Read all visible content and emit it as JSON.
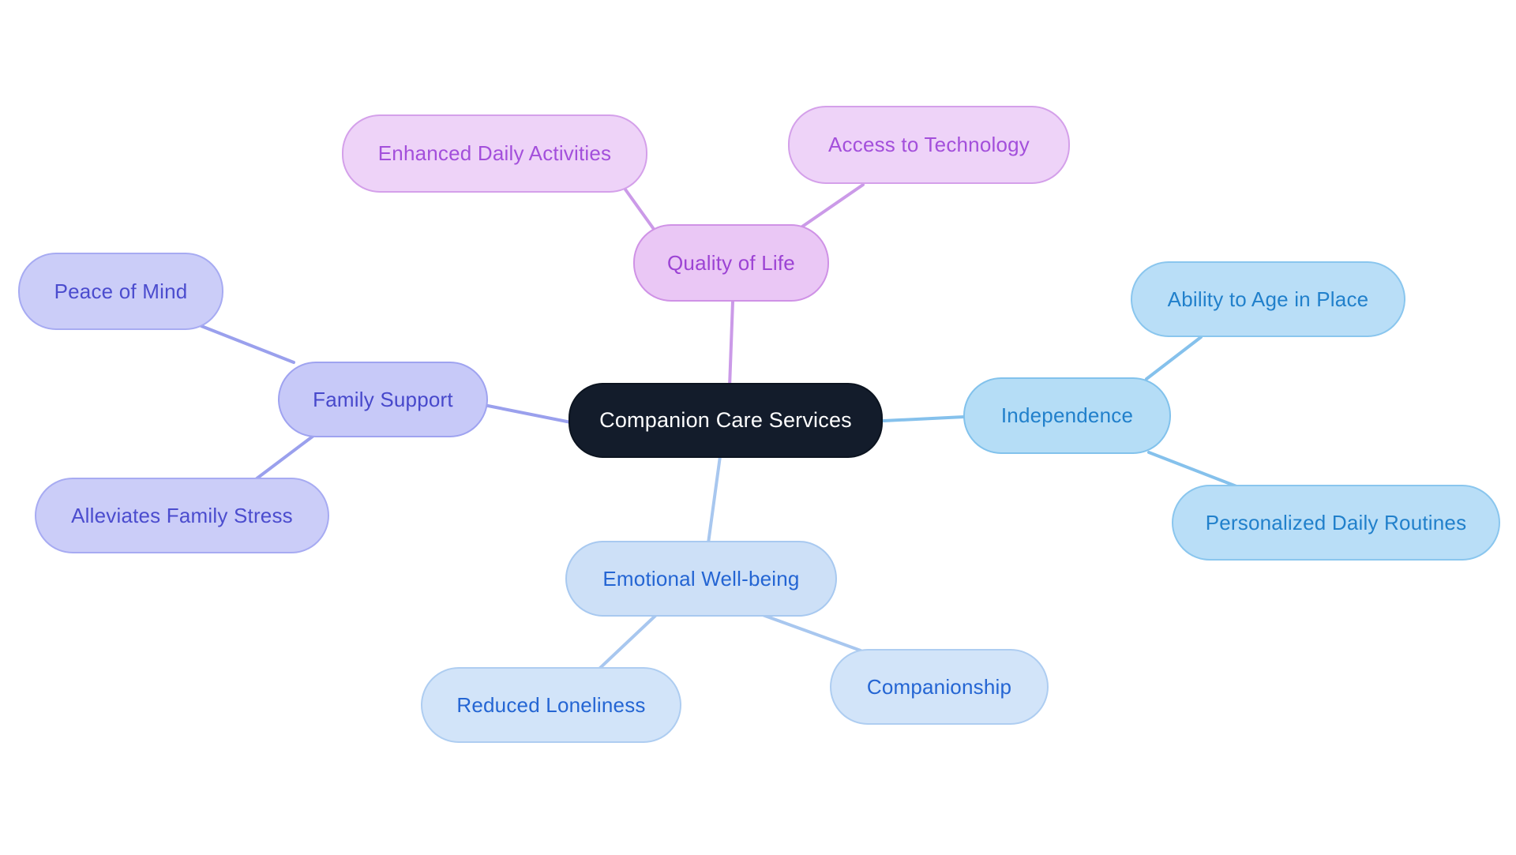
{
  "mindmap": {
    "title": "Companion Care Services",
    "center": {
      "label": "Companion Care Services",
      "fill": "#131c2b",
      "text_color": "#ffffff"
    },
    "branches": [
      {
        "label": "Quality of Life",
        "fill": "#eac7f5",
        "border_color": "#cf92e6",
        "text_color": "#9c43d4",
        "edge_color": "#cb9ae8",
        "children": [
          {
            "label": "Enhanced Daily Activities"
          },
          {
            "label": "Access to Technology"
          }
        ]
      },
      {
        "label": "Family Support",
        "fill": "#c7c9f8",
        "border_color": "#9fa3f0",
        "text_color": "#4748cb",
        "edge_color": "#9aa0ed",
        "children": [
          {
            "label": "Peace of Mind"
          },
          {
            "label": "Alleviates Family Stress"
          }
        ]
      },
      {
        "label": "Independence",
        "fill": "#b5ddf6",
        "border_color": "#82c2ec",
        "text_color": "#2180cb",
        "edge_color": "#85c1ec",
        "children": [
          {
            "label": "Ability to Age in Place"
          },
          {
            "label": "Personalized Daily Routines"
          }
        ]
      },
      {
        "label": "Emotional Well-being",
        "fill": "#cde0f7",
        "border_color": "#a8c9f0",
        "text_color": "#2465d3",
        "edge_color": "#a8c7ef",
        "children": [
          {
            "label": "Reduced Loneliness"
          },
          {
            "label": "Companionship"
          }
        ]
      }
    ]
  }
}
